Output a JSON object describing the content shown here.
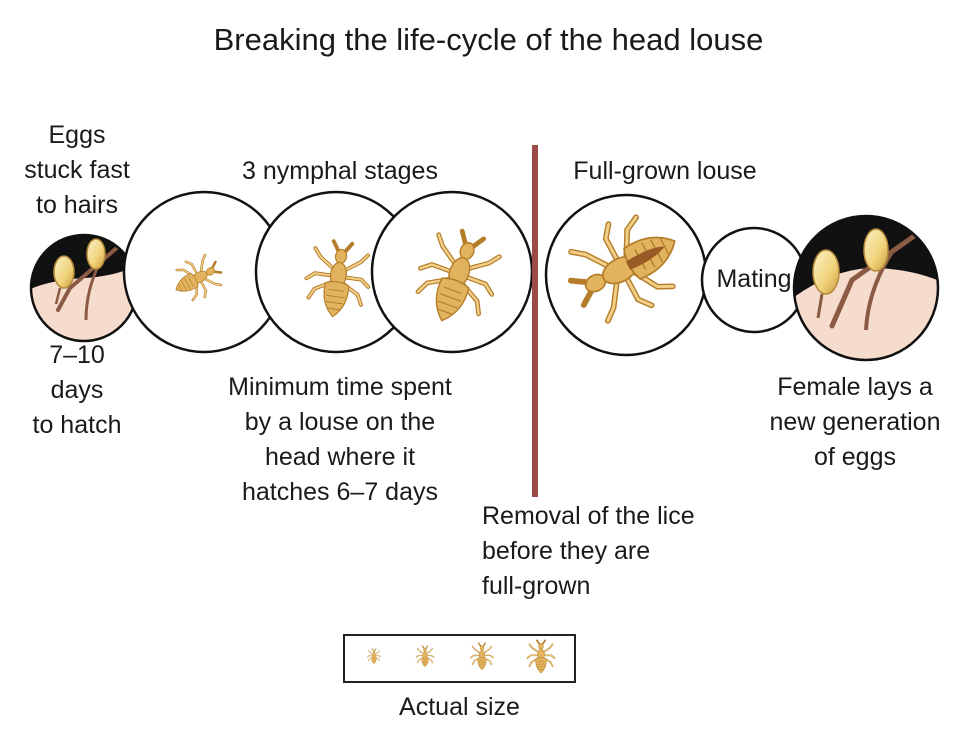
{
  "title": "Breaking the life-cycle of the head louse",
  "labels": {
    "eggs": [
      "Eggs",
      "stuck fast",
      "to hairs"
    ],
    "hatch": [
      "7–10",
      "days",
      "to hatch"
    ],
    "nymphal": "3 nymphal stages",
    "minimum_time": [
      "Minimum time spent",
      "by a louse on the",
      "head where it",
      "hatches 6–7 days"
    ],
    "full_grown": "Full-grown louse",
    "mating": "Mating",
    "female": [
      "Female lays a",
      "new generation",
      "of eggs"
    ],
    "removal": [
      "Removal of the lice",
      "before they are",
      "full-grown"
    ],
    "actual_size": "Actual size"
  },
  "colors": {
    "divider": "#9b4a48",
    "louse_body": "#e2b35e",
    "louse_outline": "#b47d2a",
    "louse_gut": "#9a5a26",
    "scalp": "#f6dccd",
    "hair_dark": "#111111",
    "hair_strand": "#8b5a44",
    "egg": "#f0d27a"
  }
}
